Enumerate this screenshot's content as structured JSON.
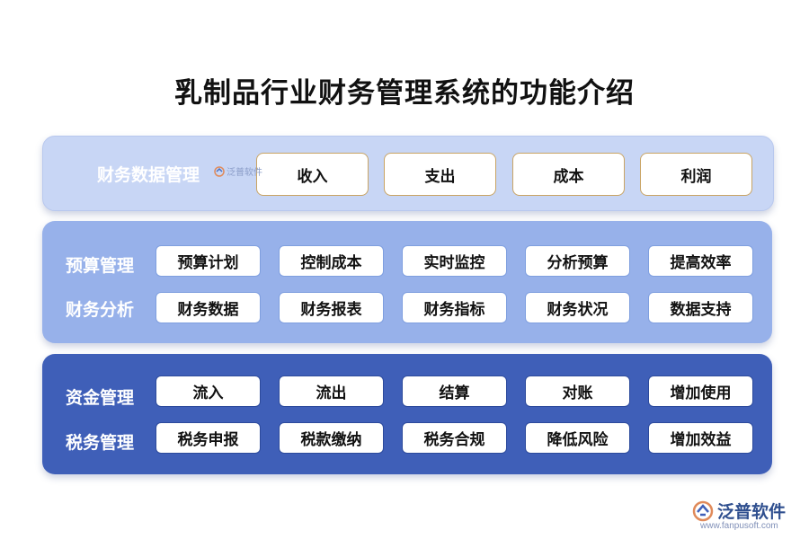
{
  "title": "乳制品行业财务管理系统的功能介绍",
  "section1": {
    "label": "财务数据管理",
    "items": [
      "收入",
      "支出",
      "成本",
      "利润"
    ]
  },
  "section2": {
    "row1": {
      "label": "预算管理",
      "items": [
        "预算计划",
        "控制成本",
        "实时监控",
        "分析预算",
        "提高效率"
      ]
    },
    "row2": {
      "label": "财务分析",
      "items": [
        "财务数据",
        "财务报表",
        "财务指标",
        "财务状况",
        "数据支持"
      ]
    }
  },
  "section3": {
    "row1": {
      "label": "资金管理",
      "items": [
        "流入",
        "流出",
        "结算",
        "对账",
        "增加使用"
      ]
    },
    "row2": {
      "label": "税务管理",
      "items": [
        "税务申报",
        "税款缴纳",
        "税务合规",
        "降低风险",
        "增加效益"
      ]
    }
  },
  "watermark": {
    "text": "泛普软件",
    "icon": "fanpu-logo-icon"
  },
  "logo": {
    "name": "泛普软件",
    "url": "www.fanpusoft.com",
    "icon": "fanpu-logo-icon"
  },
  "colors": {
    "panel1": "#c8d6f5",
    "panel2": "#97b1ea",
    "panel3": "#3f5fb8",
    "box_border_gold": "#c9a464",
    "logo_text": "#2f4f8f"
  }
}
